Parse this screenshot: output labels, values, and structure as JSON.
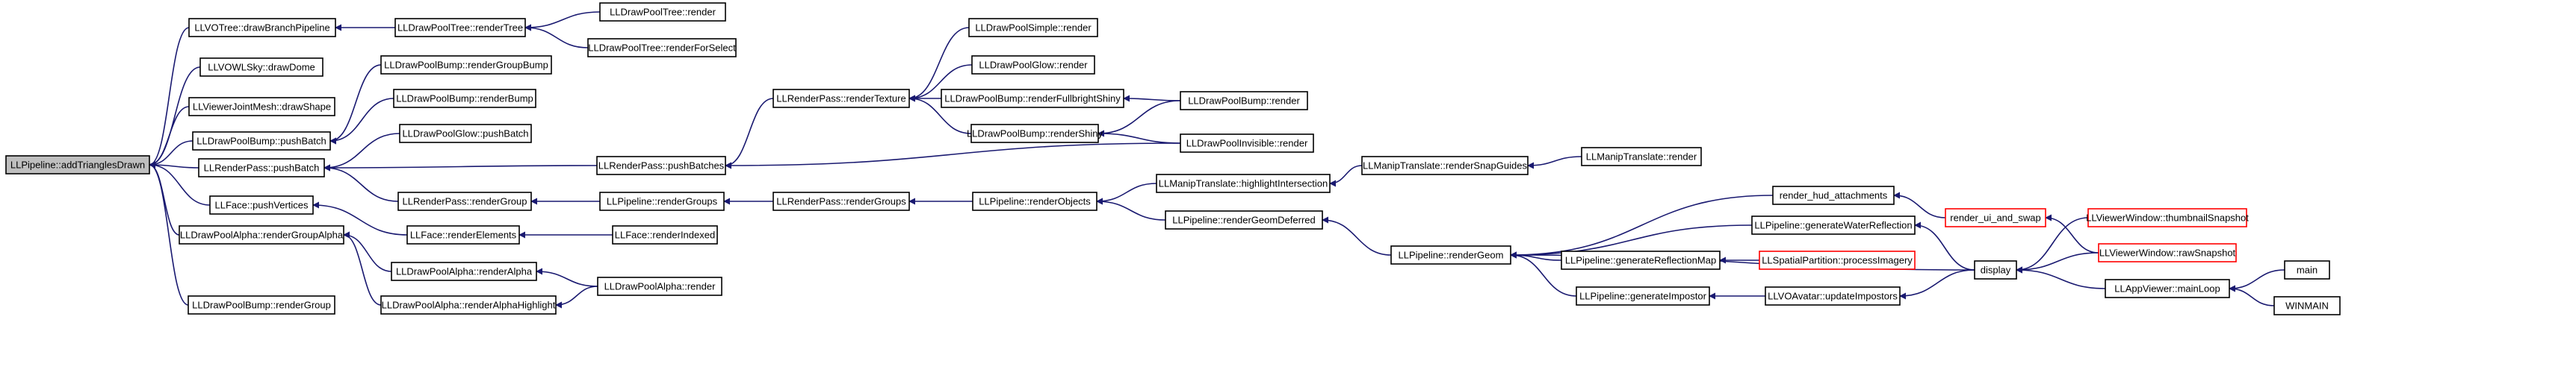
{
  "graph": {
    "title": "",
    "colors": {
      "edge": "#191970",
      "root_fill": "#bfbfbf",
      "truncated_border": "#ff0000"
    },
    "nodes": [
      {
        "id": "root",
        "label": "LLPipeline::addTrianglesDrawn"
      },
      {
        "id": "llvotree_drawbranch",
        "label": "LLVOTree::drawBranchPipeline"
      },
      {
        "id": "llvowlsky_drawdome",
        "label": "LLVOWLSky::drawDome"
      },
      {
        "id": "llviewerjointmesh_drawshape",
        "label": "LLViewerJointMesh::drawShape"
      },
      {
        "id": "lldrawpoolbump_pushbatch",
        "label": "LLDrawPoolBump::pushBatch"
      },
      {
        "id": "llrenderpass_pushbatch",
        "label": "LLRenderPass::pushBatch"
      },
      {
        "id": "llface_pushvertices",
        "label": "LLFace::pushVertices"
      },
      {
        "id": "lldrawpoolalpha_rendergroupalpha",
        "label": "LLDrawPoolAlpha::renderGroupAlpha"
      },
      {
        "id": "lldrawpoolbump_rendergroup",
        "label": "LLDrawPoolBump::renderGroup"
      },
      {
        "id": "lldrawpooltree_rendertree",
        "label": "LLDrawPoolTree::renderTree"
      },
      {
        "id": "lldrawpooltree_render",
        "label": "LLDrawPoolTree::render"
      },
      {
        "id": "lldrawpooltree_renderforselect",
        "label": "LLDrawPoolTree::renderForSelect"
      },
      {
        "id": "lldrawpoolbump_rendergroupbump",
        "label": "LLDrawPoolBump::renderGroupBump"
      },
      {
        "id": "lldrawpoolbump_renderbump",
        "label": "LLDrawPoolBump::renderBump"
      },
      {
        "id": "lldrawpoolglow_pushbatch",
        "label": "LLDrawPoolGlow::pushBatch"
      },
      {
        "id": "llrenderpass_rendergroup",
        "label": "LLRenderPass::renderGroup"
      },
      {
        "id": "llface_renderelements",
        "label": "LLFace::renderElements"
      },
      {
        "id": "lldrawpoolalpha_renderalpha",
        "label": "LLDrawPoolAlpha::renderAlpha"
      },
      {
        "id": "lldrawpoolalpha_renderalphahighlight",
        "label": "LLDrawPoolAlpha::renderAlphaHighlight"
      },
      {
        "id": "llrenderpass_pushbatches",
        "label": "LLRenderPass::pushBatches"
      },
      {
        "id": "llpipeline_rendergroups",
        "label": "LLPipeline::renderGroups"
      },
      {
        "id": "llface_renderindexed",
        "label": "LLFace::renderIndexed"
      },
      {
        "id": "lldrawpoolalpha_render",
        "label": "LLDrawPoolAlpha::render"
      },
      {
        "id": "llrenderpass_rendertexture",
        "label": "LLRenderPass::renderTexture"
      },
      {
        "id": "llrenderpass_rendergroups",
        "label": "LLRenderPass::renderGroups"
      },
      {
        "id": "lldrawpoolsimple_render",
        "label": "LLDrawPoolSimple::render"
      },
      {
        "id": "lldrawpoolglow_render",
        "label": "LLDrawPoolGlow::render"
      },
      {
        "id": "lldrawpoolbump_renderfullbrightshiny",
        "label": "LLDrawPoolBump::renderFullbrightShiny"
      },
      {
        "id": "lldrawpoolbump_rendershiny",
        "label": "LLDrawPoolBump::renderShiny"
      },
      {
        "id": "llpipeline_renderobjects",
        "label": "LLPipeline::renderObjects"
      },
      {
        "id": "lldrawpoolbump_render",
        "label": "LLDrawPoolBump::render"
      },
      {
        "id": "lldrawpoolinvisible_render",
        "label": "LLDrawPoolInvisible::render"
      },
      {
        "id": "llmaniptranslate_highlightintersection",
        "label": "LLManipTranslate::highlightIntersection"
      },
      {
        "id": "llpipeline_rendergeomdeferred",
        "label": "LLPipeline::renderGeomDeferred"
      },
      {
        "id": "llmaniptranslate_rendersnapguides",
        "label": "LLManipTranslate::renderSnapGuides"
      },
      {
        "id": "llmaniptranslate_render",
        "label": "LLManipTranslate::render"
      },
      {
        "id": "llpipeline_rendergeom",
        "label": "LLPipeline::renderGeom"
      },
      {
        "id": "render_hud_attachments",
        "label": "render_hud_attachments"
      },
      {
        "id": "llpipeline_generatewaterreflection",
        "label": "LLPipeline::generateWaterReflection"
      },
      {
        "id": "llpipeline_generatereflectionmap",
        "label": "LLPipeline::generateReflectionMap"
      },
      {
        "id": "llpipeline_generateimpostor",
        "label": "LLPipeline::generateImpostor"
      },
      {
        "id": "llspatialpartition_processimagery",
        "label": "LLSpatialPartition::processImagery"
      },
      {
        "id": "llvoavatar_updateimpostors",
        "label": "LLVOAvatar::updateImpostors"
      },
      {
        "id": "render_ui_and_swap",
        "label": "render_ui_and_swap"
      },
      {
        "id": "display",
        "label": "display"
      },
      {
        "id": "llviewerwindow_thumbnailsnapshot",
        "label": "LLViewerWindow::thumbnailSnapshot"
      },
      {
        "id": "llviewerwindow_rawsnapshot",
        "label": "LLViewerWindow::rawSnapshot"
      },
      {
        "id": "llappviewer_mainloop",
        "label": "LLAppViewer::mainLoop"
      },
      {
        "id": "main",
        "label": "main"
      },
      {
        "id": "winmain",
        "label": "WINMAIN"
      }
    ],
    "edges": [
      {
        "from": "llvotree_drawbranch",
        "to": "root"
      },
      {
        "from": "llvowlsky_drawdome",
        "to": "root"
      },
      {
        "from": "llviewerjointmesh_drawshape",
        "to": "root"
      },
      {
        "from": "lldrawpoolbump_pushbatch",
        "to": "root"
      },
      {
        "from": "llrenderpass_pushbatch",
        "to": "root"
      },
      {
        "from": "llface_pushvertices",
        "to": "root"
      },
      {
        "from": "lldrawpoolalpha_rendergroupalpha",
        "to": "root"
      },
      {
        "from": "lldrawpoolbump_rendergroup",
        "to": "root"
      },
      {
        "from": "lldrawpooltree_rendertree",
        "to": "llvotree_drawbranch"
      },
      {
        "from": "lldrawpooltree_render",
        "to": "lldrawpooltree_rendertree"
      },
      {
        "from": "lldrawpooltree_renderforselect",
        "to": "lldrawpooltree_rendertree"
      },
      {
        "from": "lldrawpoolbump_rendergroupbump",
        "to": "lldrawpoolbump_pushbatch"
      },
      {
        "from": "lldrawpoolbump_renderbump",
        "to": "lldrawpoolbump_pushbatch"
      },
      {
        "from": "lldrawpoolglow_pushbatch",
        "to": "llrenderpass_pushbatch"
      },
      {
        "from": "llrenderpass_rendergroup",
        "to": "llrenderpass_pushbatch"
      },
      {
        "from": "llrenderpass_pushbatches",
        "to": "llrenderpass_pushbatch"
      },
      {
        "from": "llface_renderelements",
        "to": "llface_pushvertices"
      },
      {
        "from": "lldrawpoolalpha_renderalpha",
        "to": "lldrawpoolalpha_rendergroupalpha"
      },
      {
        "from": "lldrawpoolalpha_renderalphahighlight",
        "to": "lldrawpoolalpha_rendergroupalpha"
      },
      {
        "from": "llpipeline_rendergroups",
        "to": "llrenderpass_rendergroup"
      },
      {
        "from": "llface_renderindexed",
        "to": "llface_renderelements"
      },
      {
        "from": "lldrawpoolalpha_render",
        "to": "lldrawpoolalpha_renderalpha"
      },
      {
        "from": "lldrawpoolalpha_render",
        "to": "lldrawpoolalpha_renderalphahighlight"
      },
      {
        "from": "llrenderpass_rendertexture",
        "to": "llrenderpass_pushbatches"
      },
      {
        "from": "lldrawpoolinvisible_render",
        "to": "llrenderpass_pushbatches"
      },
      {
        "from": "llrenderpass_rendergroups",
        "to": "llpipeline_rendergroups"
      },
      {
        "from": "lldrawpoolsimple_render",
        "to": "llrenderpass_rendertexture"
      },
      {
        "from": "lldrawpoolglow_render",
        "to": "llrenderpass_rendertexture"
      },
      {
        "from": "lldrawpoolbump_renderfullbrightshiny",
        "to": "llrenderpass_rendertexture"
      },
      {
        "from": "lldrawpoolbump_rendershiny",
        "to": "llrenderpass_rendertexture"
      },
      {
        "from": "llpipeline_renderobjects",
        "to": "llrenderpass_rendergroups"
      },
      {
        "from": "lldrawpoolbump_render",
        "to": "lldrawpoolbump_renderfullbrightshiny"
      },
      {
        "from": "lldrawpoolbump_render",
        "to": "lldrawpoolbump_rendershiny"
      },
      {
        "from": "lldrawpoolinvisible_render",
        "to": "lldrawpoolbump_rendershiny"
      },
      {
        "from": "llmaniptranslate_highlightintersection",
        "to": "llpipeline_renderobjects"
      },
      {
        "from": "llpipeline_rendergeomdeferred",
        "to": "llpipeline_renderobjects"
      },
      {
        "from": "llmaniptranslate_rendersnapguides",
        "to": "llmaniptranslate_highlightintersection"
      },
      {
        "from": "llpipeline_rendergeom",
        "to": "llpipeline_rendergeomdeferred"
      },
      {
        "from": "llmaniptranslate_render",
        "to": "llmaniptranslate_rendersnapguides"
      },
      {
        "from": "render_hud_attachments",
        "to": "llpipeline_rendergeom"
      },
      {
        "from": "llpipeline_generatewaterreflection",
        "to": "llpipeline_rendergeom"
      },
      {
        "from": "llpipeline_generatereflectionmap",
        "to": "llpipeline_rendergeom"
      },
      {
        "from": "llpipeline_generateimpostor",
        "to": "llpipeline_rendergeom"
      },
      {
        "from": "display",
        "to": "llpipeline_rendergeom"
      },
      {
        "from": "render_ui_and_swap",
        "to": "render_hud_attachments"
      },
      {
        "from": "display",
        "to": "llpipeline_generatewaterreflection"
      },
      {
        "from": "llspatialpartition_processimagery",
        "to": "llpipeline_generatereflectionmap"
      },
      {
        "from": "llvoavatar_updateimpostors",
        "to": "llpipeline_generateimpostor"
      },
      {
        "from": "display",
        "to": "llvoavatar_updateimpostors"
      },
      {
        "from": "llviewerwindow_rawsnapshot",
        "to": "render_ui_and_swap"
      },
      {
        "from": "llviewerwindow_thumbnailsnapshot",
        "to": "display"
      },
      {
        "from": "llviewerwindow_rawsnapshot",
        "to": "display"
      },
      {
        "from": "llappviewer_mainloop",
        "to": "display"
      },
      {
        "from": "main",
        "to": "llappviewer_mainloop"
      },
      {
        "from": "winmain",
        "to": "llappviewer_mainloop"
      }
    ]
  }
}
